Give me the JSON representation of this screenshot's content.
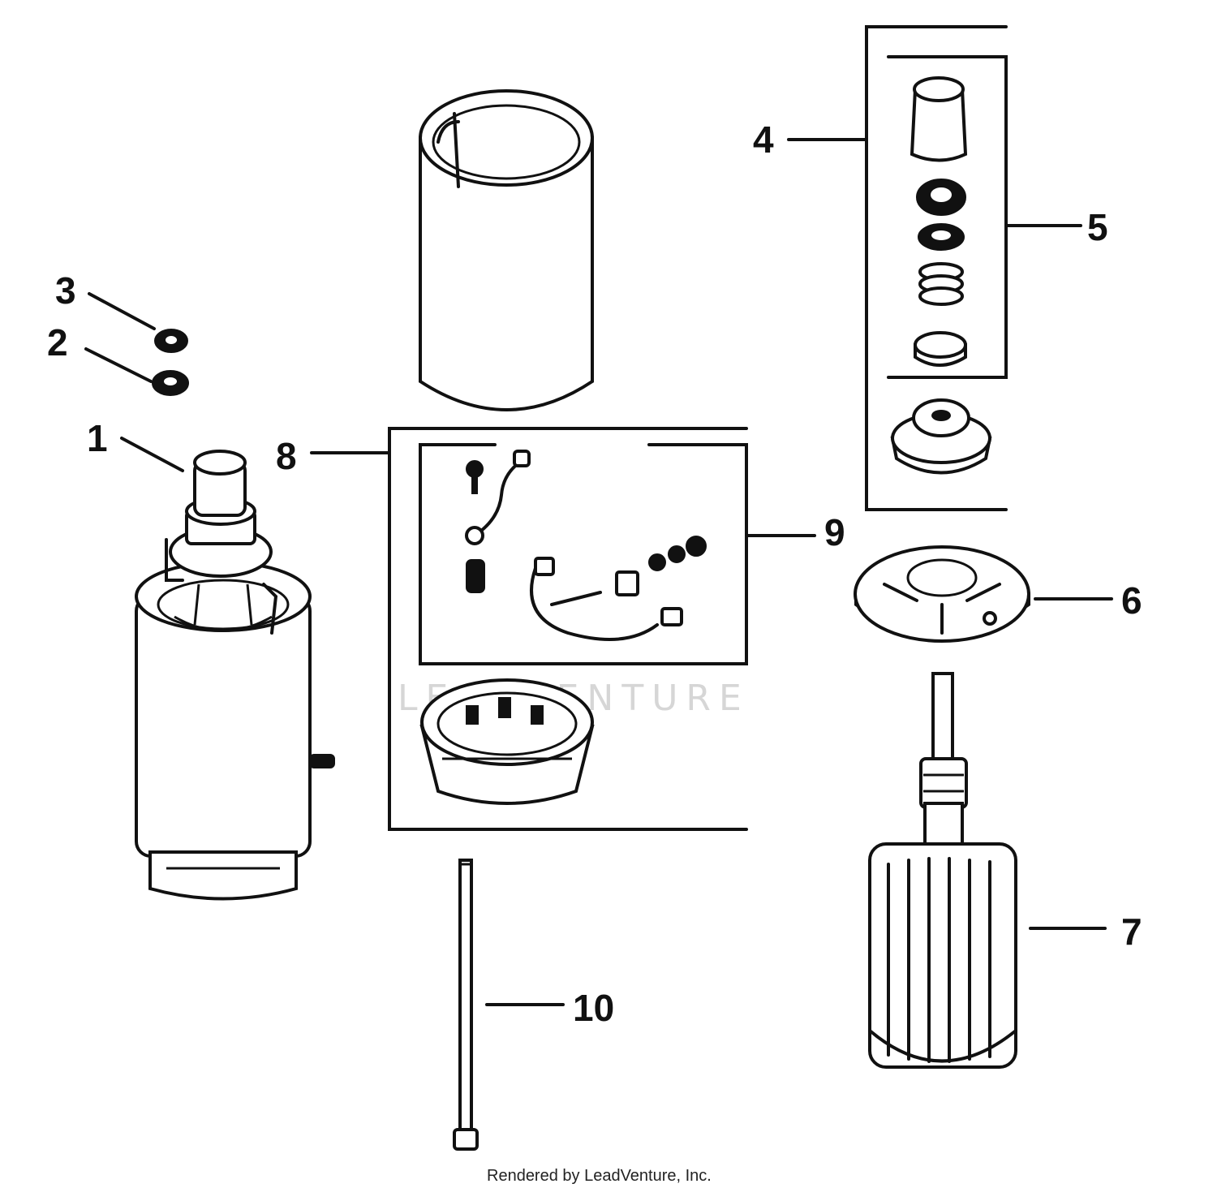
{
  "callouts": {
    "c1": "1",
    "c2": "2",
    "c3": "3",
    "c4": "4",
    "c5": "5",
    "c6": "6",
    "c7": "7",
    "c8": "8",
    "c9": "9",
    "c10": "10"
  },
  "watermark": "LEADVENTURE",
  "footer": "Rendered by LeadVenture, Inc."
}
